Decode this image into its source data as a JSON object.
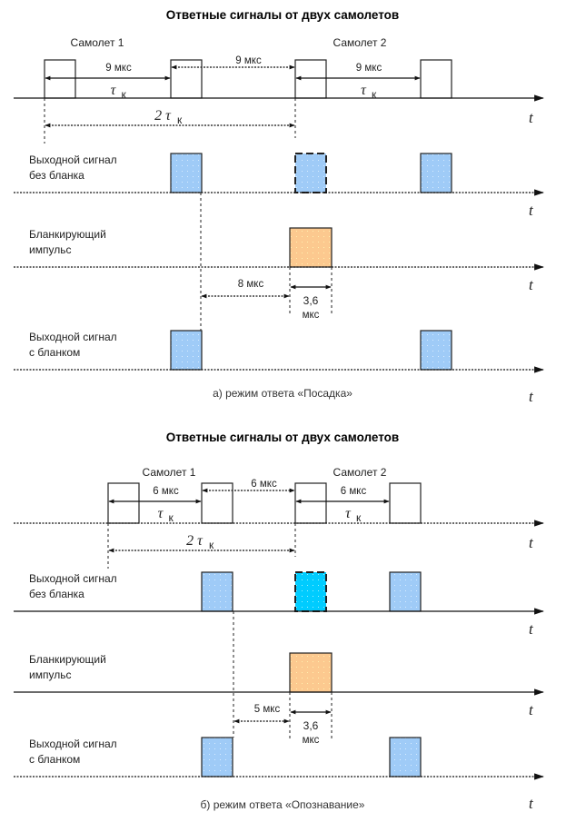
{
  "colors": {
    "pulse_blue": "#9fcbf7",
    "pulse_cyan": "#00ccff",
    "blanking_orange": "#fcc98f",
    "empty_pulse": "#ffffff",
    "line": "#111111"
  },
  "panels": [
    {
      "title": "Ответные сигналы от двух самолетов",
      "plane1_label": "Самолет 1",
      "plane2_label": "Самолет 2",
      "interval1_label": "9 мкс",
      "gap_label": "9 мкс",
      "interval2_label": "9 мкс",
      "tau_symbol": "τ",
      "tau_sub": "к",
      "two_tau_label": "2 τ",
      "axis_label": "t",
      "rows": {
        "output_no_blank": "Выходной сигнал|без бланка",
        "blanking": "Бланкирующий|импульс",
        "output_blank": "Выходной сигнал|с бланком"
      },
      "delay_label": "8 мкс",
      "blank_width_value": "3,6",
      "blank_width_unit": "мкс",
      "caption": "а) режим ответа «Посадка»",
      "interval_us": 9,
      "blank_delay_us": 8,
      "blank_width_us": 3.6,
      "suppressed_pulse_color": "pulse_blue"
    },
    {
      "title": "Ответные сигналы от двух самолетов",
      "plane1_label": "Самолет 1",
      "plane2_label": "Самолет 2",
      "interval1_label": "6 мкс",
      "gap_label": "6 мкс",
      "interval2_label": "6 мкс",
      "tau_symbol": "τ",
      "tau_sub": "к",
      "two_tau_label": "2 τ",
      "axis_label": "t",
      "rows": {
        "output_no_blank": "Выходной сигнал|без бланка",
        "blanking": "Бланкирующий|импульс",
        "output_blank": "Выходной сигнал|с бланком"
      },
      "delay_label": "5 мкс",
      "blank_width_value": "3,6",
      "blank_width_unit": "мкс",
      "caption": "б)  режим ответа «Опознавание»",
      "interval_us": 6,
      "blank_delay_us": 5,
      "blank_width_us": 3.6,
      "suppressed_pulse_color": "pulse_cyan"
    }
  ]
}
